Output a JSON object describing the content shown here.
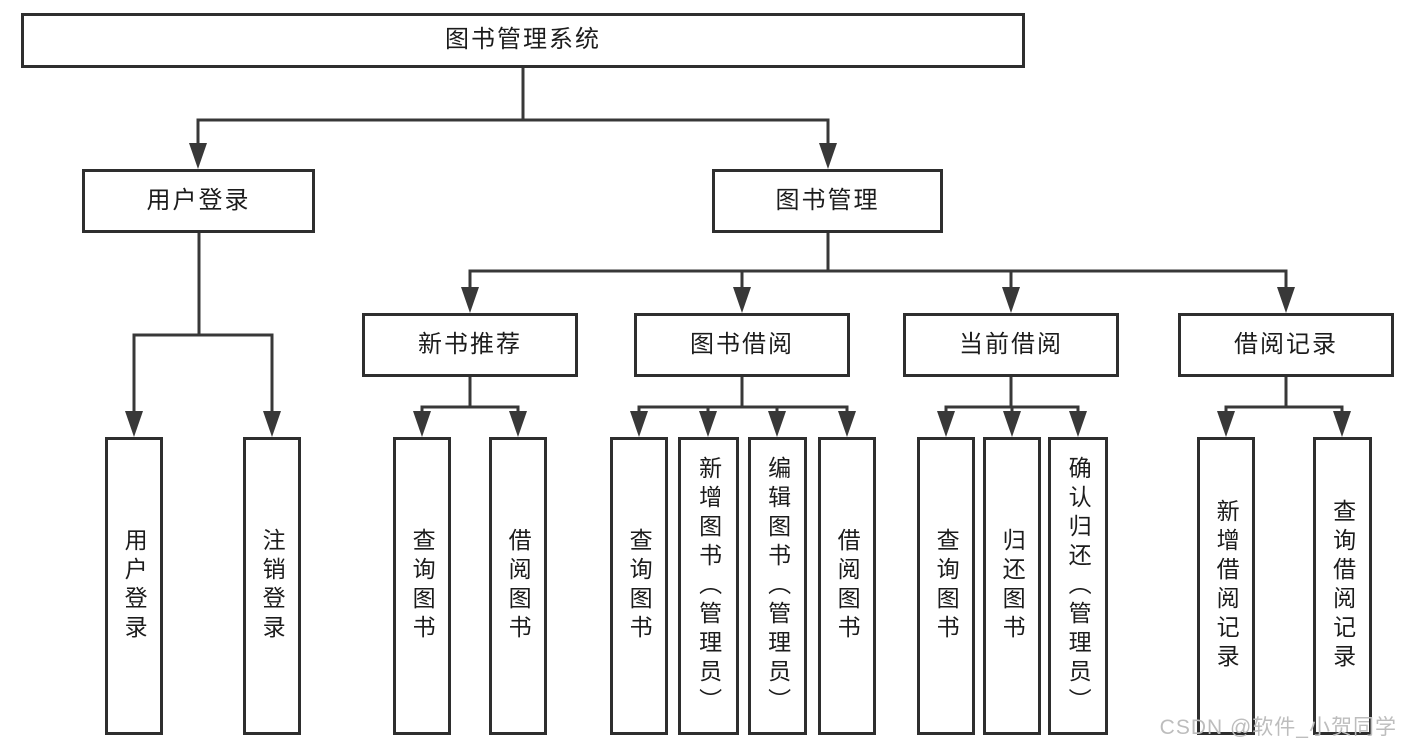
{
  "colors": {
    "background": "#ffffff",
    "box_border": "#2e2e2e",
    "connector_line": "#383838",
    "text": "#1c1c1c",
    "watermark": "#bdbdbd"
  },
  "watermark": {
    "text": "CSDN @软件_小贺同学"
  },
  "tree": {
    "root": {
      "label": "图书管理系统"
    },
    "children": [
      {
        "label": "用户登录",
        "children": [
          {
            "label": "用户登录"
          },
          {
            "label": "注销登录"
          }
        ]
      },
      {
        "label": "图书管理",
        "children": [
          {
            "label": "新书推荐",
            "children": [
              {
                "label": "查询图书"
              },
              {
                "label": "借阅图书"
              }
            ]
          },
          {
            "label": "图书借阅",
            "children": [
              {
                "label": "查询图书"
              },
              {
                "label": "新增图书（管理员）"
              },
              {
                "label": "编辑图书（管理员）"
              },
              {
                "label": "借阅图书"
              }
            ]
          },
          {
            "label": "当前借阅",
            "children": [
              {
                "label": "查询图书"
              },
              {
                "label": "归还图书"
              },
              {
                "label": "确认归还（管理员）"
              }
            ]
          },
          {
            "label": "借阅记录",
            "children": [
              {
                "label": "新增借阅记录"
              },
              {
                "label": "查询借阅记录"
              }
            ]
          }
        ]
      }
    ]
  }
}
